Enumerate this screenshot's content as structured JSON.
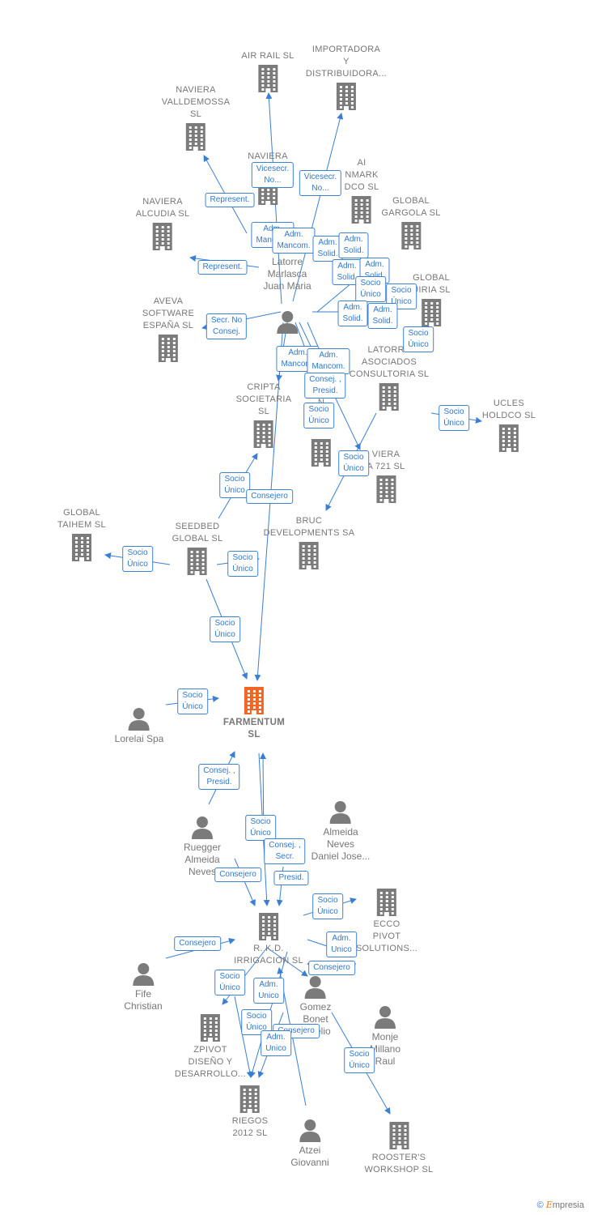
{
  "colors": {
    "edge": "#3a7fd4",
    "node_gray": "#7b7b7b",
    "node_main": "#f26522",
    "label_border": "#3c82d2",
    "label_text": "#2f78cd"
  },
  "footer": {
    "symbol": "©",
    "brand_initial": "E",
    "brand_rest": "mpresia"
  },
  "nodes": [
    {
      "id": "air_rail",
      "type": "company",
      "icon": "building-icon",
      "label": [
        "AIR RAIL SL"
      ]
    },
    {
      "id": "importadora",
      "type": "company",
      "icon": "building-icon",
      "label": [
        "IMPORTADORA",
        "Y",
        "DISTRIBUIDORA..."
      ]
    },
    {
      "id": "valldemossa",
      "type": "company",
      "icon": "building-icon",
      "label": [
        "NAVIERA",
        "VALLDEMOSSA",
        "SL"
      ]
    },
    {
      "id": "naviera_mid",
      "type": "company",
      "icon": "building-icon",
      "label": [
        "NAVIERA",
        "M"
      ]
    },
    {
      "id": "ai_nmark",
      "type": "company",
      "icon": "building-icon",
      "label": [
        "AI",
        "NMARK",
        "DCO SL"
      ]
    },
    {
      "id": "alcudia",
      "type": "company",
      "icon": "building-icon",
      "label": [
        "NAVIERA",
        "ALCUDIA SL"
      ]
    },
    {
      "id": "gargola",
      "type": "company",
      "icon": "building-icon",
      "label": [
        "GLOBAL",
        "GARGOLA SL"
      ]
    },
    {
      "id": "latorre_person",
      "type": "person",
      "icon": "person-icon",
      "label": [
        "Latorre",
        "Marlasca",
        "Juan Maria"
      ]
    },
    {
      "id": "global_uiria",
      "type": "company",
      "icon": "building-icon",
      "label": [
        "GLOBAL",
        "UIRIA SL"
      ]
    },
    {
      "id": "aveva",
      "type": "company",
      "icon": "building-icon",
      "label": [
        "AVEVA",
        "SOFTWARE",
        "ESPAÑA SL"
      ]
    },
    {
      "id": "latorre_asoc",
      "type": "company",
      "icon": "building-icon",
      "label": [
        "LATORRE",
        "ASOCIADOS",
        "CONSULTORIA SL"
      ]
    },
    {
      "id": "cripta",
      "type": "company",
      "icon": "building-icon",
      "label": [
        "CRIPTA",
        "SOCIETARIA",
        "SL"
      ]
    },
    {
      "id": "gate",
      "type": "company",
      "icon": "building-icon",
      "label": [
        "N",
        "GATE"
      ]
    },
    {
      "id": "ucles",
      "type": "company",
      "icon": "building-icon",
      "label": [
        "UCLES",
        "HOLDCO SL"
      ]
    },
    {
      "id": "naviera_721",
      "type": "company",
      "icon": "building-icon",
      "label": [
        "VIERA",
        "A 721 SL"
      ]
    },
    {
      "id": "taihem",
      "type": "company",
      "icon": "building-icon",
      "label": [
        "GLOBAL",
        "TAIHEM SL"
      ]
    },
    {
      "id": "seedbed",
      "type": "company",
      "icon": "building-icon",
      "label": [
        "SEEDBED",
        "GLOBAL SL"
      ]
    },
    {
      "id": "bruc",
      "type": "company",
      "icon": "building-icon",
      "label": [
        "BRUC",
        "DEVELOPMENTS SA"
      ]
    },
    {
      "id": "farmentum",
      "type": "main",
      "icon": "building-icon",
      "label": [
        "FARMENTUM",
        "SL"
      ]
    },
    {
      "id": "lorelai",
      "type": "person",
      "icon": "person-icon",
      "label": [
        "Lorelai Spa"
      ]
    },
    {
      "id": "ruegger",
      "type": "person",
      "icon": "person-icon",
      "label": [
        "Ruegger",
        "Almeida",
        "Neves"
      ]
    },
    {
      "id": "almeida",
      "type": "person",
      "icon": "person-icon",
      "label": [
        "Almeida",
        "Neves",
        "Daniel Jose..."
      ]
    },
    {
      "id": "ecco",
      "type": "company",
      "icon": "building-icon",
      "label": [
        "ECCO",
        "PIVOT",
        "SOLUTIONS..."
      ]
    },
    {
      "id": "rkd",
      "type": "company",
      "icon": "building-icon",
      "label": [
        "R. K.D.",
        "IRRIGACION SL"
      ]
    },
    {
      "id": "fife",
      "type": "person",
      "icon": "person-icon",
      "label": [
        "Fife",
        "Christian"
      ]
    },
    {
      "id": "gomez",
      "type": "person",
      "icon": "person-icon",
      "label": [
        "Gomez",
        "Bonet",
        "Aurelio"
      ]
    },
    {
      "id": "monje",
      "type": "person",
      "icon": "person-icon",
      "label": [
        "Monje",
        "Millano",
        "Raul"
      ]
    },
    {
      "id": "zpivot",
      "type": "company",
      "icon": "building-icon",
      "label": [
        "ZPIVOT",
        "DISEÑO Y",
        "DESARROLLO..."
      ]
    },
    {
      "id": "riegos",
      "type": "company",
      "icon": "building-icon",
      "label": [
        "RIEGOS",
        "2012 SL"
      ]
    },
    {
      "id": "atzei",
      "type": "person",
      "icon": "person-icon",
      "label": [
        "Atzei",
        "Giovanni"
      ]
    },
    {
      "id": "roosters",
      "type": "company",
      "icon": "building-icon",
      "label": [
        "ROOSTER'S",
        "WORKSHOP SL"
      ]
    }
  ],
  "edge_labels": [
    {
      "lines": [
        "Vicesecr.",
        "No..."
      ]
    },
    {
      "lines": [
        "Vicesecr.",
        "No..."
      ]
    },
    {
      "lines": [
        "Represent."
      ]
    },
    {
      "lines": [
        "Adm.",
        "Mancom."
      ]
    },
    {
      "lines": [
        "Adm.",
        "Mancom."
      ]
    },
    {
      "lines": [
        "Adm.",
        "Solid."
      ]
    },
    {
      "lines": [
        "Adm.",
        "Solid."
      ]
    },
    {
      "lines": [
        "Represent."
      ]
    },
    {
      "lines": [
        "Adm.",
        "Solid."
      ]
    },
    {
      "lines": [
        "Adm.",
        "Solid."
      ]
    },
    {
      "lines": [
        "Socio",
        "Único"
      ]
    },
    {
      "lines": [
        "Socio",
        "Único"
      ]
    },
    {
      "lines": [
        "Secr. No",
        "Consej."
      ]
    },
    {
      "lines": [
        "Adm.",
        "Solid."
      ]
    },
    {
      "lines": [
        "Adm.",
        "Solid."
      ]
    },
    {
      "lines": [
        "Socio",
        "Único"
      ]
    },
    {
      "lines": [
        "Adm.",
        "Mancom."
      ]
    },
    {
      "lines": [
        "Adm.",
        "Mancom."
      ]
    },
    {
      "lines": [
        "Consej. ,",
        "Presid."
      ]
    },
    {
      "lines": [
        "Socio",
        "Único"
      ]
    },
    {
      "lines": [
        "Socio",
        "Único"
      ]
    },
    {
      "lines": [
        "Socio",
        "Único"
      ]
    },
    {
      "lines": [
        "Socio",
        "Único"
      ]
    },
    {
      "lines": [
        "Consejero"
      ]
    },
    {
      "lines": [
        "Socio",
        "Único"
      ]
    },
    {
      "lines": [
        "Socio",
        "Único"
      ]
    },
    {
      "lines": [
        "Socio",
        "Único"
      ]
    },
    {
      "lines": [
        "Socio",
        "Único"
      ]
    },
    {
      "lines": [
        "Consej. ,",
        "Presid."
      ]
    },
    {
      "lines": [
        "Socio",
        "Único"
      ]
    },
    {
      "lines": [
        "Consej. ,",
        "Secr."
      ]
    },
    {
      "lines": [
        "Consejero"
      ]
    },
    {
      "lines": [
        "Presid."
      ]
    },
    {
      "lines": [
        "Socio",
        "Único"
      ]
    },
    {
      "lines": [
        "Adm.",
        "Unico"
      ]
    },
    {
      "lines": [
        "Consejero"
      ]
    },
    {
      "lines": [
        "Consejero"
      ]
    },
    {
      "lines": [
        "Socio",
        "Único"
      ]
    },
    {
      "lines": [
        "Adm.",
        "Unico"
      ]
    },
    {
      "lines": [
        "Socio",
        "Único"
      ]
    },
    {
      "lines": [
        "Consejero"
      ]
    },
    {
      "lines": [
        "Adm.",
        "Unico"
      ]
    },
    {
      "lines": [
        "Socio",
        "Único"
      ]
    }
  ]
}
